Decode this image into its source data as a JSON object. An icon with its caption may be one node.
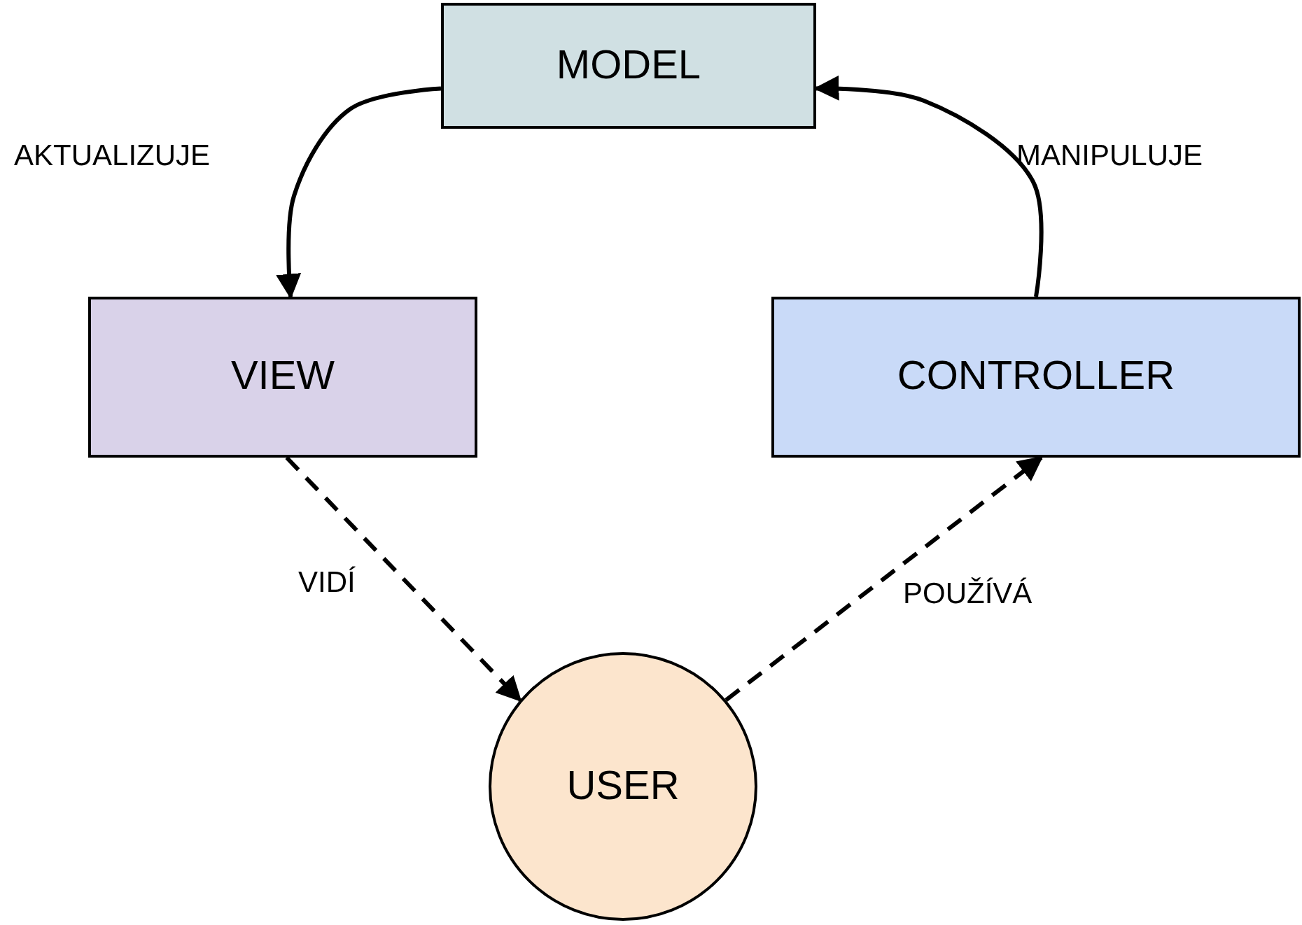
{
  "diagram": {
    "nodes": [
      {
        "text": [
          "MODEL"
        ]
      },
      {
        "text": [
          "VIEW"
        ]
      },
      {
        "text": [
          "CONTROLLER"
        ]
      },
      {
        "text": [
          "USER"
        ]
      }
    ],
    "edges": [
      {
        "from": 0,
        "to": 1,
        "arrow": "to",
        "label": "AKTUALIZUJE"
      },
      {
        "from": 2,
        "to": 0,
        "arrow": "to",
        "label": "MANIPULUJE"
      },
      {
        "from": 1,
        "to": 3,
        "arrow": "to",
        "label": "VIDÍ",
        "style": "dashed"
      },
      {
        "from": 3,
        "to": 2,
        "arrow": "to",
        "label": "POUŽÍVÁ",
        "style": "dashed"
      }
    ]
  }
}
